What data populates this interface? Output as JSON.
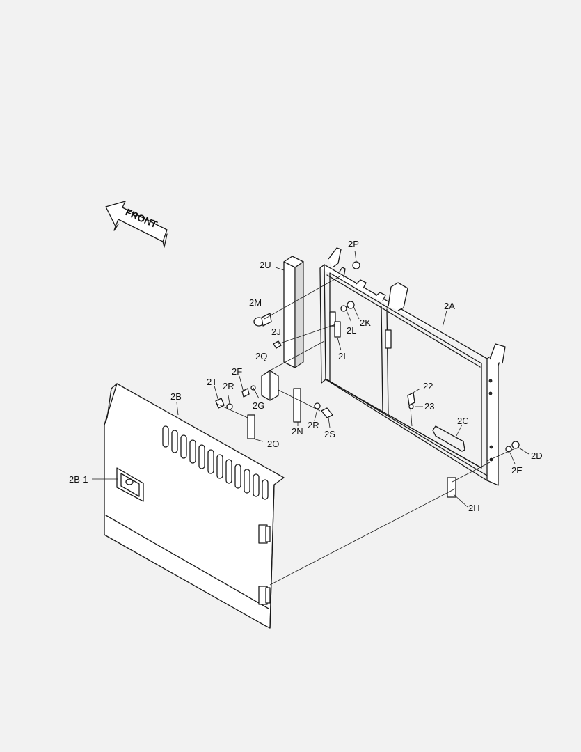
{
  "direction_marker": {
    "text": "FRONT"
  },
  "callouts": {
    "c_2P": "2P",
    "c_2U": "2U",
    "c_2M": "2M",
    "c_2A": "2A",
    "c_2L": "2L",
    "c_2K": "2K",
    "c_2J": "2J",
    "c_2I": "2I",
    "c_2Q": "2Q",
    "c_2F": "2F",
    "c_2T": "2T",
    "c_2R_1": "2R",
    "c_2G": "2G",
    "c_2B": "2B",
    "c_22": "22",
    "c_23": "23",
    "c_2C": "2C",
    "c_2R_2": "2R",
    "c_2S": "2S",
    "c_2N": "2N",
    "c_2O": "2O",
    "c_2D": "2D",
    "c_2E": "2E",
    "c_2B1": "2B-1",
    "c_2H": "2H"
  }
}
